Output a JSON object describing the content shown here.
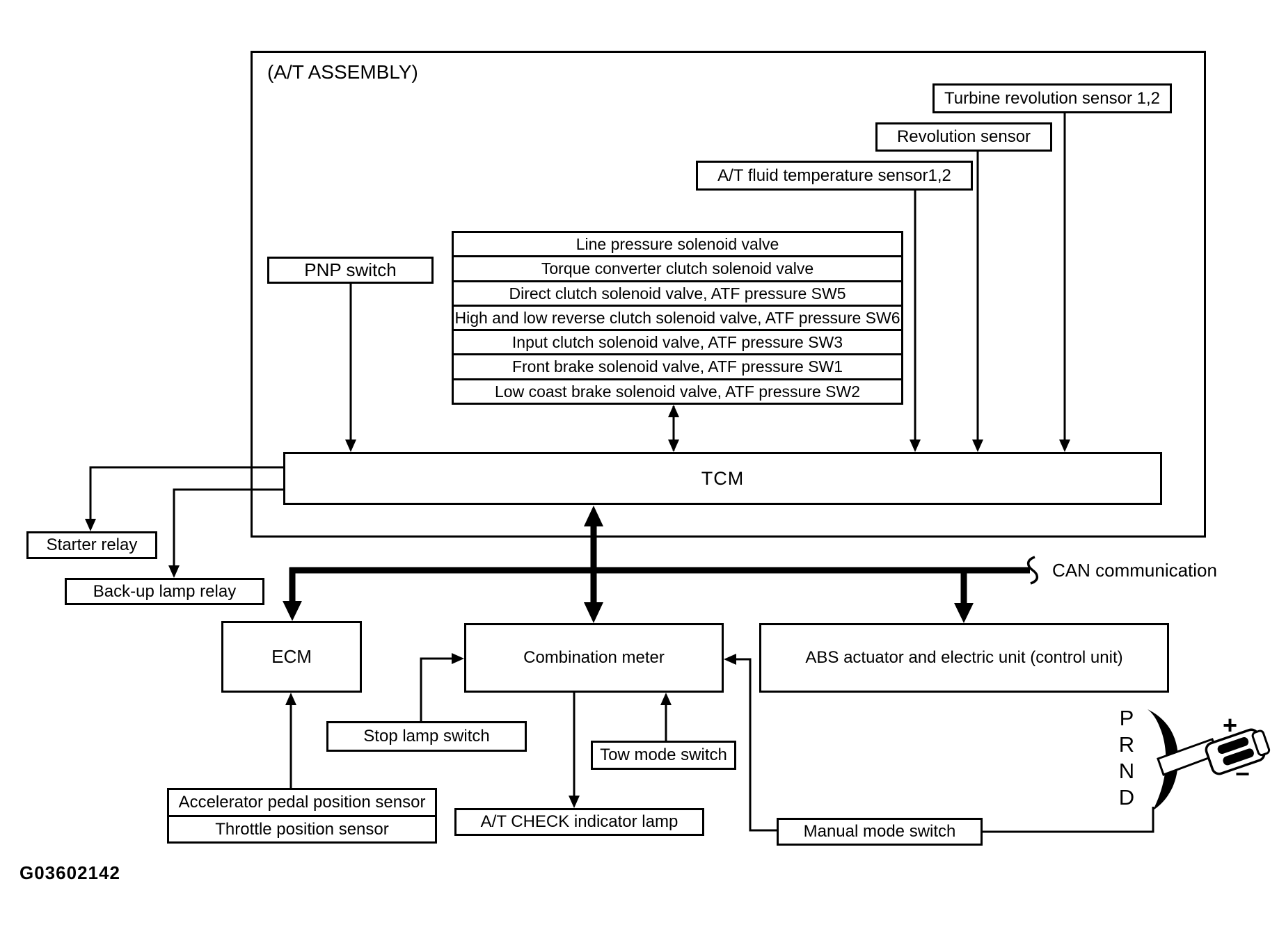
{
  "figure_id": "G03602142",
  "assembly": {
    "label": "(A/T ASSEMBLY)"
  },
  "boxes": {
    "pnp": "PNP switch",
    "turbine": "Turbine revolution sensor 1,2",
    "revolution": "Revolution sensor",
    "fluid_temp": "A/T fluid temperature sensor1,2",
    "tcm": "TCM",
    "starter_relay": "Starter relay",
    "backup_lamp_relay": "Back-up lamp relay",
    "ecm": "ECM",
    "combination_meter": "Combination meter",
    "abs": "ABS actuator and electric unit (control unit)",
    "stop_lamp": "Stop lamp switch",
    "tow_mode": "Tow mode switch",
    "at_check": "A/T CHECK indicator lamp",
    "manual_mode": "Manual mode switch",
    "accelerator": "Accelerator pedal position sensor",
    "throttle": "Throttle position sensor"
  },
  "solenoid_rows": [
    "Line pressure solenoid valve",
    "Torque converter clutch solenoid valve",
    "Direct clutch solenoid valve, ATF pressure SW5",
    "High and low reverse clutch solenoid valve, ATF pressure SW6",
    "Input clutch solenoid valve, ATF pressure SW3",
    "Front brake solenoid valve, ATF pressure SW1",
    "Low coast brake solenoid valve, ATF pressure SW2"
  ],
  "can": {
    "label": "CAN communication"
  },
  "shifter": {
    "positions": [
      "P",
      "R",
      "N",
      "D"
    ],
    "plus": "+",
    "minus": "−"
  },
  "colors": {
    "line": "#000000",
    "background": "#ffffff"
  }
}
